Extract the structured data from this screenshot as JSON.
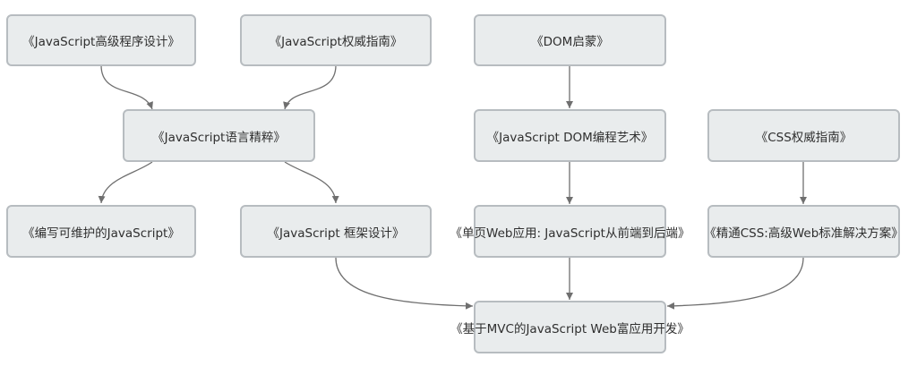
{
  "nodes": {
    "js_professional": "《JavaScript高级程序设计》",
    "js_definitive": "《JavaScript权威指南》",
    "dom_scripting": "《DOM启蒙》",
    "js_good_parts": "《JavaScript语言精粹》",
    "dom_art": "《JavaScript DOM编程艺术》",
    "css_definitive": "《CSS权威指南》",
    "maintainable_js": "《编写可维护的JavaScript》",
    "js_framework": "《JavaScript 框架设计》",
    "spa": "《单页Web应用: JavaScript从前端到后端》",
    "css_mastery": "《精通CSS:高级Web标准解决方案》",
    "mvc_js": "《基于MVC的JavaScript Web富应用开发》"
  },
  "edges": [
    {
      "from": "js_professional",
      "to": "js_good_parts"
    },
    {
      "from": "js_definitive",
      "to": "js_good_parts"
    },
    {
      "from": "js_good_parts",
      "to": "maintainable_js"
    },
    {
      "from": "js_good_parts",
      "to": "js_framework"
    },
    {
      "from": "dom_scripting",
      "to": "dom_art"
    },
    {
      "from": "dom_art",
      "to": "spa"
    },
    {
      "from": "css_definitive",
      "to": "css_mastery"
    },
    {
      "from": "js_framework",
      "to": "mvc_js"
    },
    {
      "from": "spa",
      "to": "mvc_js"
    },
    {
      "from": "css_mastery",
      "to": "mvc_js"
    }
  ],
  "colors": {
    "node_fill": "#e9eced",
    "node_border": "#b7bcc0",
    "edge": "#6f6f6f",
    "text": "#2f2f2f"
  }
}
